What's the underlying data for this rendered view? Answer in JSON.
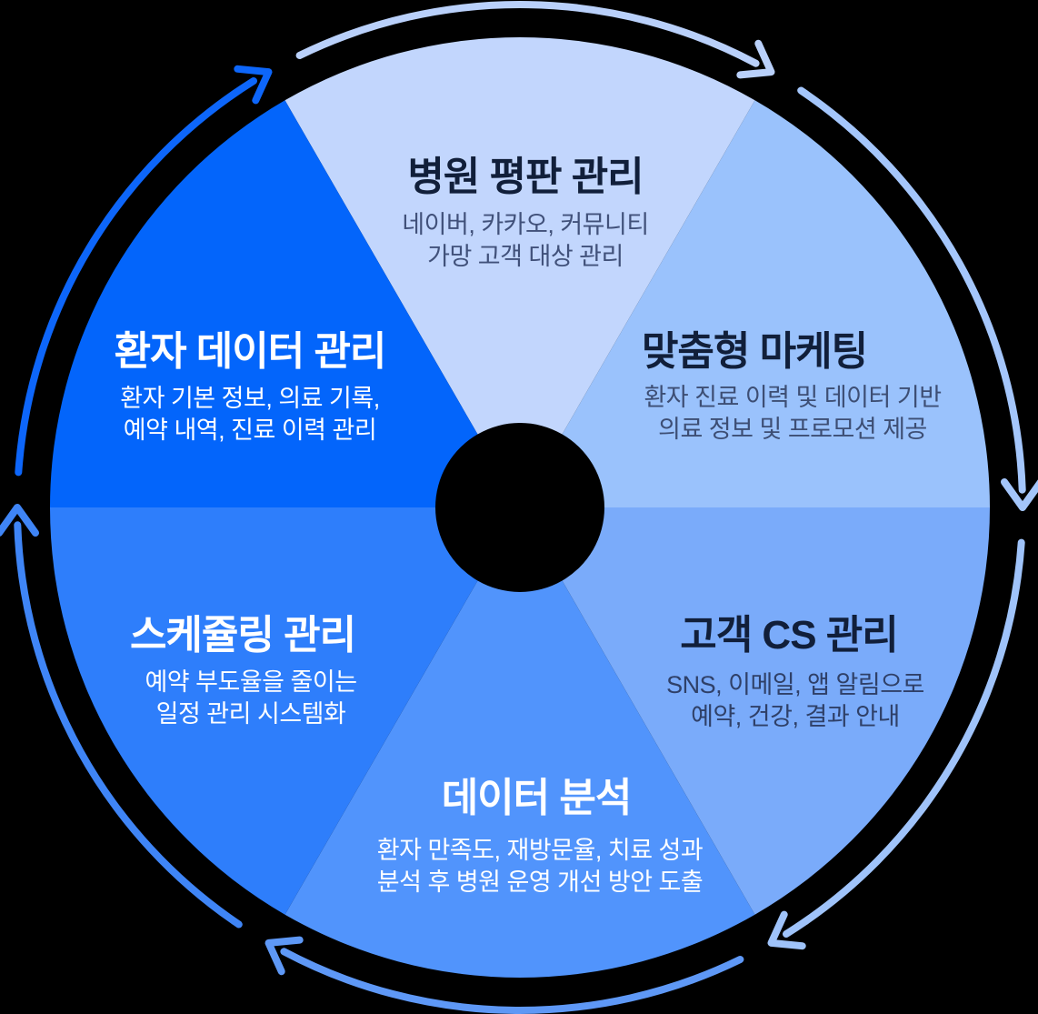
{
  "diagram": {
    "type": "cycle-wheel",
    "background_color": "#000000",
    "flow_direction": "clockwise",
    "segments": [
      {
        "position": "top",
        "label": "병원 평판 관리",
        "desc_lines": [
          "네이버, 카카오, 커뮤니티",
          "가망 고객 대상 관리"
        ],
        "fill": "#c2d6fd",
        "title_color": "#111f3a",
        "desc_color": "#41517a"
      },
      {
        "position": "upper-right",
        "label": "맞춤형 마케팅",
        "desc_lines": [
          "환자 진료 이력 및 데이터 기반",
          "의료 정보 및 프로모션 제공"
        ],
        "fill": "#9ac2fc",
        "title_color": "#111f3a",
        "desc_color": "#3d4e74"
      },
      {
        "position": "lower-right",
        "label": "고객 CS 관리",
        "desc_lines": [
          "SNS, 이메일, 앱 알림으로",
          "예약, 건강, 결과 안내"
        ],
        "fill": "#7aabfa",
        "title_color": "#111f3a",
        "desc_color": "#2f4068"
      },
      {
        "position": "bottom",
        "label": "데이터 분석",
        "desc_lines": [
          "환자 만족도, 재방문율, 치료 성과",
          "분석 후 병원 운영 개선 방안 도출"
        ],
        "fill": "#5194fc",
        "title_color": "#ffffff",
        "desc_color": "#ffffff"
      },
      {
        "position": "lower-left",
        "label": "스케쥴링 관리",
        "desc_lines": [
          "예약 부도율을 줄이는",
          "일정 관리 시스템화"
        ],
        "fill": "#2e7efb",
        "title_color": "#ffffff",
        "desc_color": "#ffffff"
      },
      {
        "position": "upper-left",
        "label": "환자 데이터 관리",
        "desc_lines": [
          "환자 기본 정보, 의료 기록,",
          "예약 내역, 진료 이력 관리"
        ],
        "fill": "#0365fb",
        "title_color": "#ffffff",
        "desc_color": "#ffffff"
      }
    ],
    "ring_arrows": [
      {
        "position": "top",
        "color": "#b9d0fa"
      },
      {
        "position": "upper-right",
        "color": "#a4c6fb"
      },
      {
        "position": "lower-right",
        "color": "#9fc3fa"
      },
      {
        "position": "bottom",
        "color": "#5e98f6"
      },
      {
        "position": "lower-left",
        "color": "#3f85f6"
      },
      {
        "position": "upper-left",
        "color": "#0d66fa"
      }
    ]
  }
}
